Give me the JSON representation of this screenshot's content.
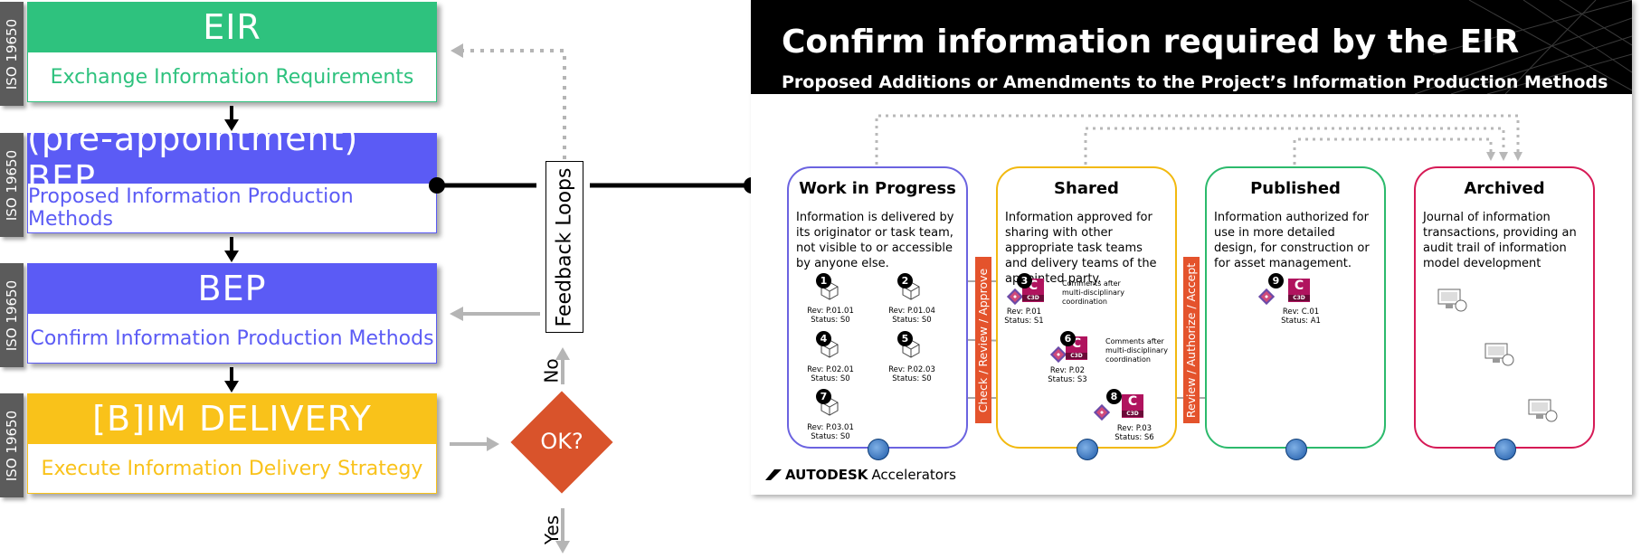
{
  "left": {
    "iso_label": "ISO 19650",
    "stages": [
      {
        "head": "EIR",
        "sub": "Exchange Information Requirements"
      },
      {
        "head": "(pre-appointment) BEP",
        "sub": "Proposed Information Production Methods"
      },
      {
        "head": "BEP",
        "sub": "Confirm Information Production Methods"
      },
      {
        "head": "[B]IM DELIVERY",
        "sub": "Execute Information Delivery Strategy"
      }
    ],
    "feedback_label": "Feedback Loops",
    "decision_label": "OK?",
    "no_label": "No",
    "yes_label": "Yes"
  },
  "panel": {
    "title": "Confirm information required by the EIR",
    "subtitle": "Proposed Additions or Amendments to the Project’s Information Production Methods",
    "columns": [
      {
        "title": "Work in Progress",
        "desc": "Information is delivered by its originator or task team, not visible to or accessible by anyone else.",
        "color": "#6b63e0"
      },
      {
        "title": "Shared",
        "desc": "Information approved for sharing with other appropriate task teams and delivery teams of the appointed party.",
        "color": "#f2b90f"
      },
      {
        "title": "Published",
        "desc": "Information authorized for use in more detailed design, for construction or for asset management.",
        "color": "#2cba6c"
      },
      {
        "title": "Archived",
        "desc": "Journal of information transactions, providing an audit trail of information model development",
        "color": "#d61a56"
      }
    ],
    "gate1": "Check / Review / Approve",
    "gate2": "Review / Authorize / Accept",
    "items": {
      "n1": "1",
      "r1": "Rev: P.01.01",
      "s1": "Status: S0",
      "n2": "2",
      "r2": "Rev: P.01.04",
      "s2": "Status: S0",
      "n3": "3",
      "r3": "Rev: P.01",
      "s3": "Status: S1",
      "n4": "4",
      "r4": "Rev: P.02.01",
      "s4": "Status: S0",
      "n5": "5",
      "r5": "Rev: P.02.03",
      "s5": "Status: S0",
      "n6": "6",
      "r6": "Rev: P.02",
      "s6": "Status: S3",
      "n7": "7",
      "r7": "Rev: P.03.01",
      "s7": "Status: S0",
      "n8": "8",
      "r8": "Rev: P.03",
      "s8": "Status: S6",
      "n9": "9",
      "r9": "Rev: C.01",
      "s9": "Status: A1",
      "comment": "Comments after multi-disciplinary coordination",
      "c_label": "C",
      "c_badge": "C3D"
    },
    "brand_name": "AUTODESK",
    "brand_sub": "Accelerators"
  },
  "colors": {
    "eir": "#2ec27e",
    "bep": "#5b5bf5",
    "delivery": "#f9c21a",
    "decision": "#d9532b",
    "gate": "#e4532c"
  }
}
